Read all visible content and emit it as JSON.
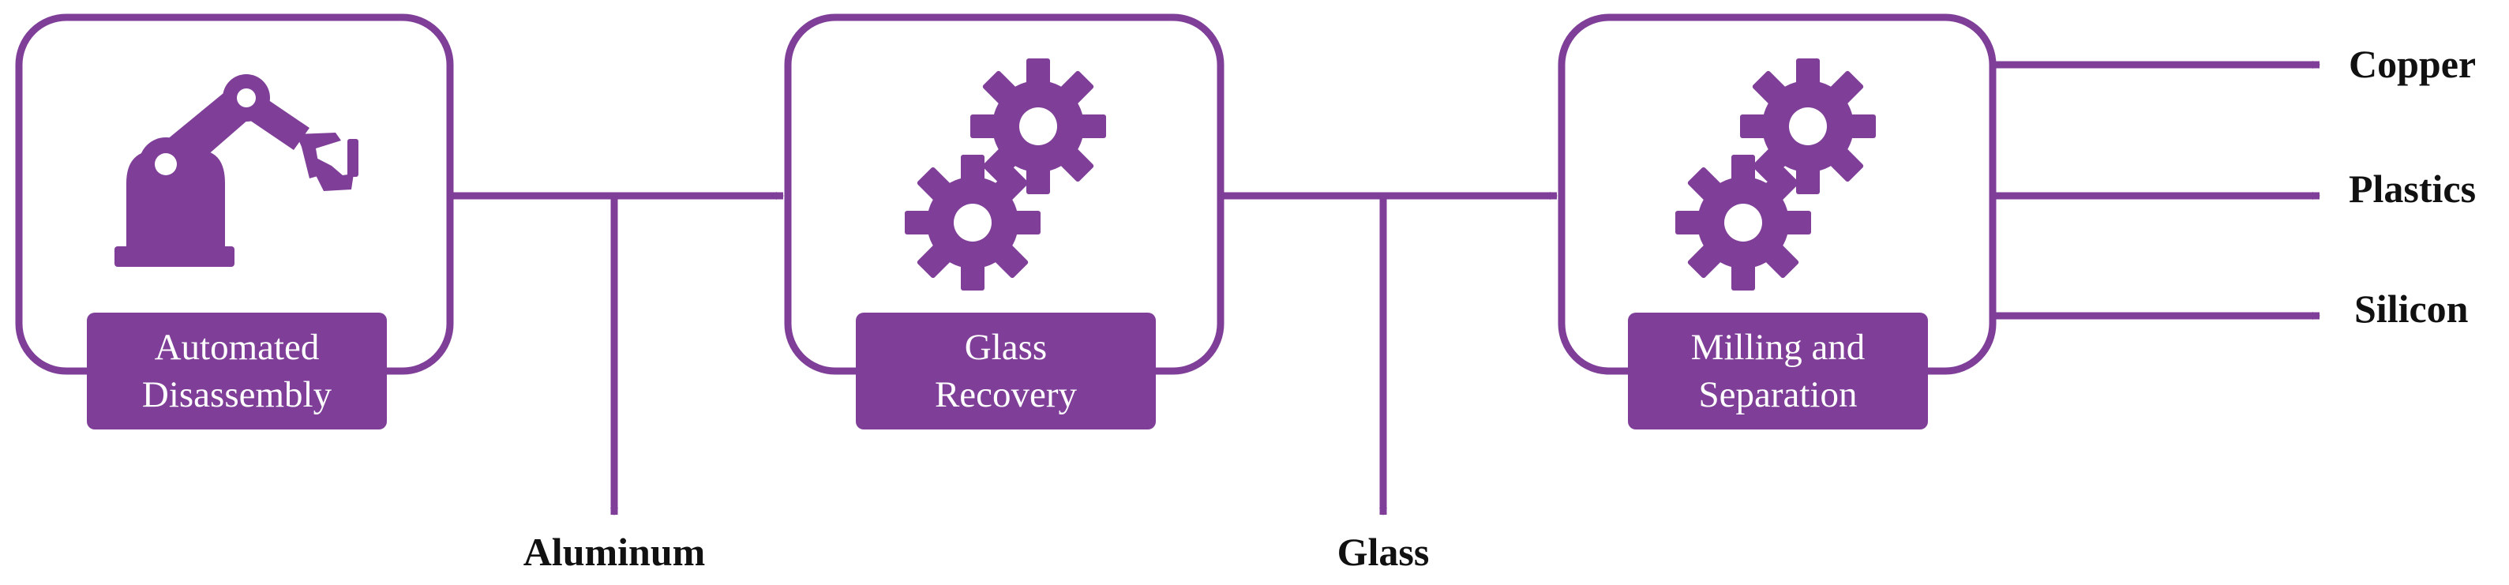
{
  "colors": {
    "accent": "#7f3f98",
    "label_text": "#ffffff",
    "output_text": "#111111",
    "background": "#ffffff"
  },
  "stages": [
    {
      "id": "disassembly",
      "line1": "Automated",
      "line2": "Disassembly",
      "icon": "robot-arm-icon"
    },
    {
      "id": "glass-recovery",
      "line1": "Glass",
      "line2": "Recovery",
      "icon": "gears-icon"
    },
    {
      "id": "milling",
      "line1": "Milling and",
      "line2": "Separation",
      "icon": "gears-icon"
    }
  ],
  "side_outputs": [
    {
      "label": "Aluminum",
      "from_stage": "disassembly"
    },
    {
      "label": "Glass",
      "from_stage": "glass-recovery"
    }
  ],
  "final_outputs": [
    {
      "label": "Copper"
    },
    {
      "label": "Plastics"
    },
    {
      "label": "Silicon"
    }
  ]
}
